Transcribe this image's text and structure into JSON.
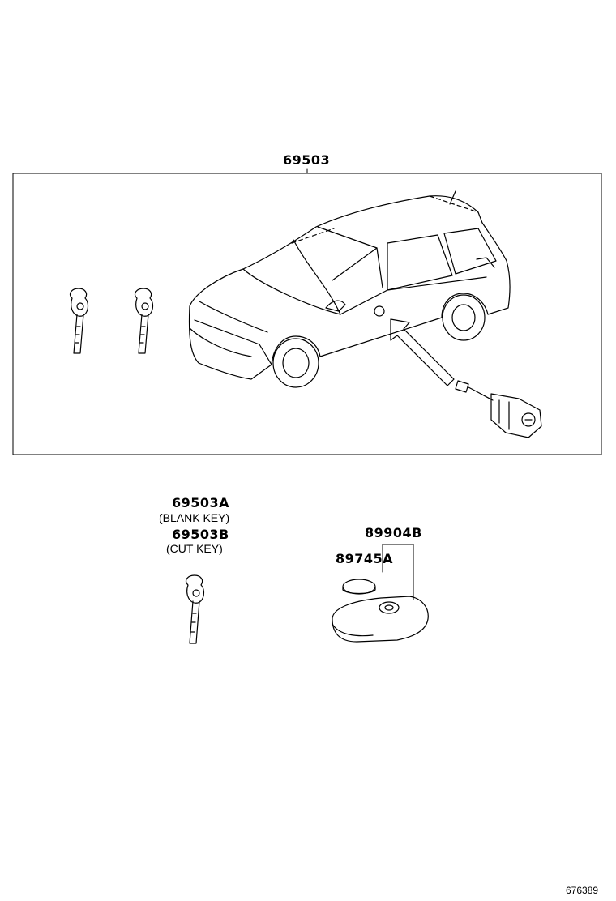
{
  "labels": {
    "assembly": "69503",
    "blank_key_pn": "69503A",
    "blank_key_desc": "(BLANK KEY)",
    "cut_key_pn": "69503B",
    "cut_key_desc": "(CUT KEY)",
    "transmitter_pn": "89904B",
    "battery_pn": "89745A",
    "figure_number": "676389"
  }
}
